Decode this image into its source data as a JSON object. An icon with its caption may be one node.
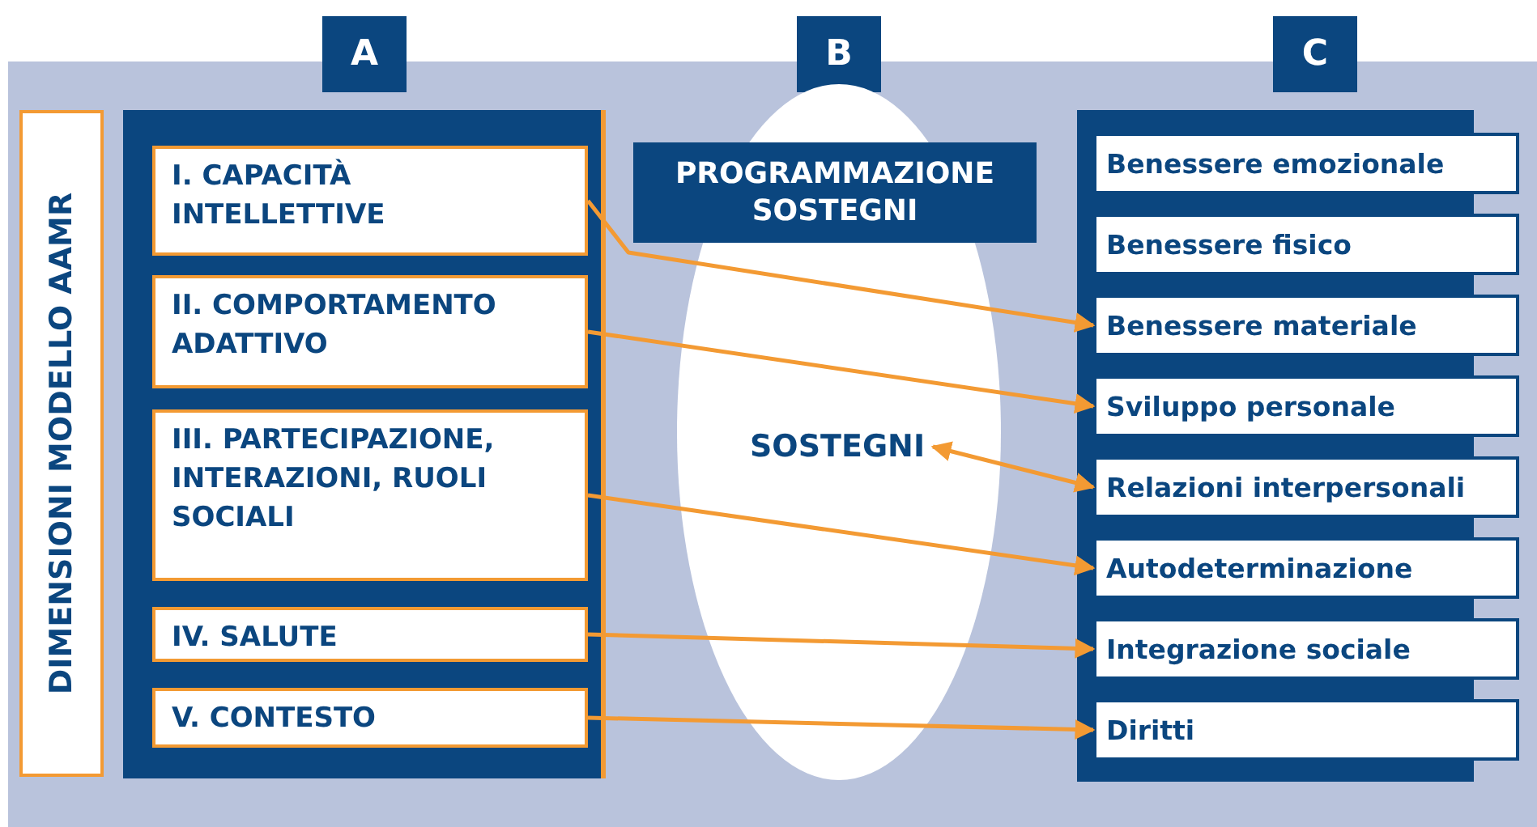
{
  "diagram": {
    "nodes": [
      {
        "text": [
          "A"
        ]
      },
      {
        "text": [
          "B"
        ]
      },
      {
        "text": [
          "C"
        ]
      },
      {
        "text": [
          "DIMENSIONI MODELLO AAMR"
        ]
      },
      {
        "text": [
          "I. CAPACITÀ INTELLETTIVE"
        ]
      },
      {
        "text": [
          "II. COMPORTAMENTO ADATTIVO"
        ]
      },
      {
        "text": [
          "III. PARTECIPAZIONE, INTERAZIONI, RUOLI SOCIALI"
        ]
      },
      {
        "text": [
          "IV. SALUTE"
        ]
      },
      {
        "text": [
          "V. CONTESTO"
        ]
      },
      {
        "text": [],
        "shape": "ellipse"
      },
      {
        "text": [
          "SOSTEGNI"
        ],
        "in": 9
      },
      {
        "text": [
          "PROGRAMMAZIONE SOSTEGNI"
        ]
      },
      {
        "text": [
          "Benessere emozionale"
        ]
      },
      {
        "text": [
          "Benessere fisico"
        ]
      },
      {
        "text": [
          "Benessere materiale"
        ]
      },
      {
        "text": [
          "Sviluppo personale"
        ]
      },
      {
        "text": [
          "Relazioni interpersonali"
        ]
      },
      {
        "text": [
          "Autodeterminazione"
        ]
      },
      {
        "text": [
          "Integrazione sociale"
        ]
      },
      {
        "text": [
          "Diritti"
        ]
      }
    ],
    "edges": [
      {
        "from": 4,
        "to": 14,
        "arrow": "to"
      },
      {
        "from": 5,
        "to": 15,
        "arrow": "to"
      },
      {
        "from": 6,
        "to": 17,
        "arrow": "to"
      },
      {
        "from": 7,
        "to": 18,
        "arrow": "to"
      },
      {
        "from": 8,
        "to": 19,
        "arrow": "to"
      },
      {
        "from": 10,
        "to": 16,
        "arrow": "both"
      }
    ]
  }
}
